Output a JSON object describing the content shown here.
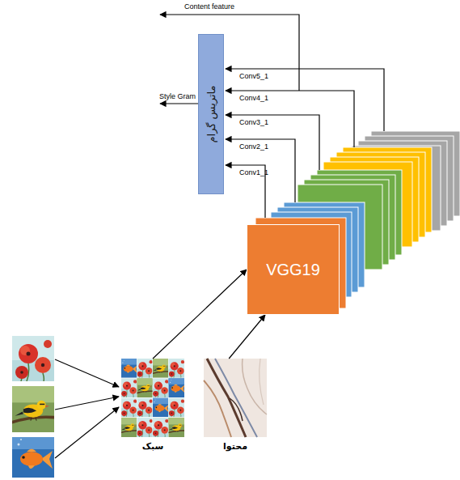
{
  "diagram": {
    "nodes": [
      {
        "text": [
          "ماتریس گرام"
        ]
      },
      {
        "text": [
          "VGG19"
        ]
      },
      {
        "text": [
          "سبک"
        ]
      },
      {
        "text": [
          "محتوا"
        ]
      }
    ],
    "edges": [
      {
        "from": 2,
        "to": 1,
        "arrow": "to"
      },
      {
        "from": 3,
        "to": 1,
        "arrow": "to"
      }
    ],
    "labels": [
      "Content feature",
      "Style Gram",
      "Conv5_1",
      "Conv4_1",
      "Conv3_1",
      "Conv2_1",
      "Conv1_1"
    ]
  }
}
